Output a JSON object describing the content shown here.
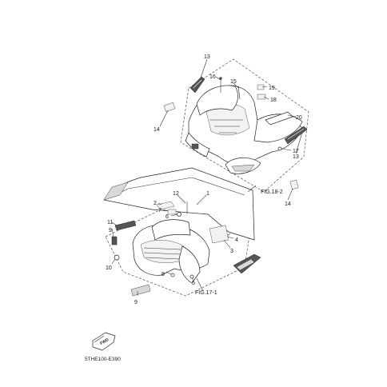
{
  "callouts": {
    "c13a": "13",
    "c16": "16",
    "c15": "15",
    "c19": "19",
    "c18": "18",
    "c14a": "14",
    "c20": "20",
    "c17": "17",
    "c13b": "13",
    "c14b": "14",
    "c12": "12",
    "c1": "1",
    "c2": "2",
    "c7": "7",
    "c6": "6",
    "c11": "11",
    "c9a": "9",
    "c4": "4",
    "c3": "3",
    "c10": "10",
    "c8": "8",
    "c5": "5",
    "c9b": "9"
  },
  "figrefs": {
    "fig18": "FIG.18-2",
    "fig17": "FIG.17-1"
  },
  "fwd_label": "FWD",
  "diagram_code": "5THE100-E390"
}
